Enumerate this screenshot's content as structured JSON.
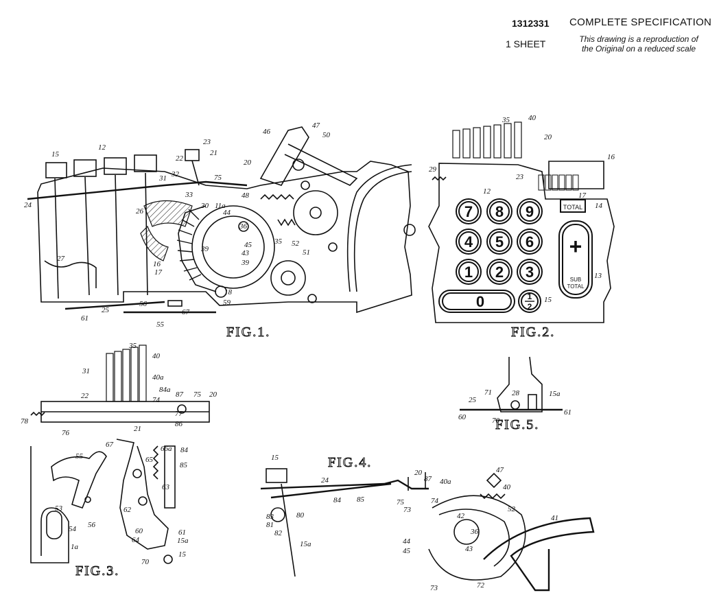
{
  "header": {
    "patent_number": "1312331",
    "spec_title": "COMPLETE SPECIFICATION",
    "sheet_label": "1 SHEET",
    "note_line1": "This drawing is a reproduction of",
    "note_line2": "the Original on a reduced scale"
  },
  "figures": {
    "fig1": "FIG.1.",
    "fig2": "FIG.2.",
    "fig3": "FIG.3.",
    "fig4": "FIG.4.",
    "fig5": "FIG.5."
  },
  "fig2_keys": {
    "k7": "7",
    "k8": "8",
    "k9": "9",
    "k4": "4",
    "k5": "5",
    "k6": "6",
    "k1": "1",
    "k2": "2",
    "k3": "3",
    "k0": "0",
    "half_num": "1",
    "half_den": "2",
    "plus": "+",
    "total": "TOTAL",
    "sub": "SUB",
    "sub_total": "TOTAL"
  },
  "fig1_labels": [
    "15",
    "12",
    "23",
    "22",
    "21",
    "20",
    "46",
    "47",
    "50",
    "24",
    "26",
    "31",
    "32",
    "33",
    "30",
    "11a",
    "44",
    "36",
    "45",
    "27",
    "16",
    "17",
    "43",
    "39",
    "35",
    "52",
    "51",
    "48",
    "18",
    "59",
    "56",
    "25",
    "61",
    "55",
    "67",
    "75"
  ],
  "fig2_labels": [
    "35",
    "40",
    "20",
    "16",
    "29",
    "23",
    "12",
    "17",
    "14",
    "13",
    "15"
  ],
  "fig3_labels": [
    "35",
    "40",
    "31",
    "40a",
    "22",
    "84a",
    "87",
    "75",
    "20",
    "74",
    "77",
    "78",
    "76",
    "21",
    "86",
    "67",
    "66a",
    "84",
    "65",
    "85",
    "55",
    "63",
    "62",
    "53",
    "54",
    "60",
    "64",
    "61",
    "15a",
    "56",
    "70",
    "15",
    "1a"
  ],
  "fig4_labels": [
    "15",
    "24",
    "20",
    "87",
    "40a",
    "47",
    "40",
    "52",
    "84",
    "85",
    "75",
    "73",
    "74",
    "42",
    "36",
    "41",
    "83",
    "81",
    "82",
    "80",
    "44",
    "45",
    "43",
    "15a",
    "73",
    "72"
  ],
  "fig5_labels": [
    "71",
    "28",
    "15a",
    "25",
    "60",
    "70",
    "61"
  ]
}
